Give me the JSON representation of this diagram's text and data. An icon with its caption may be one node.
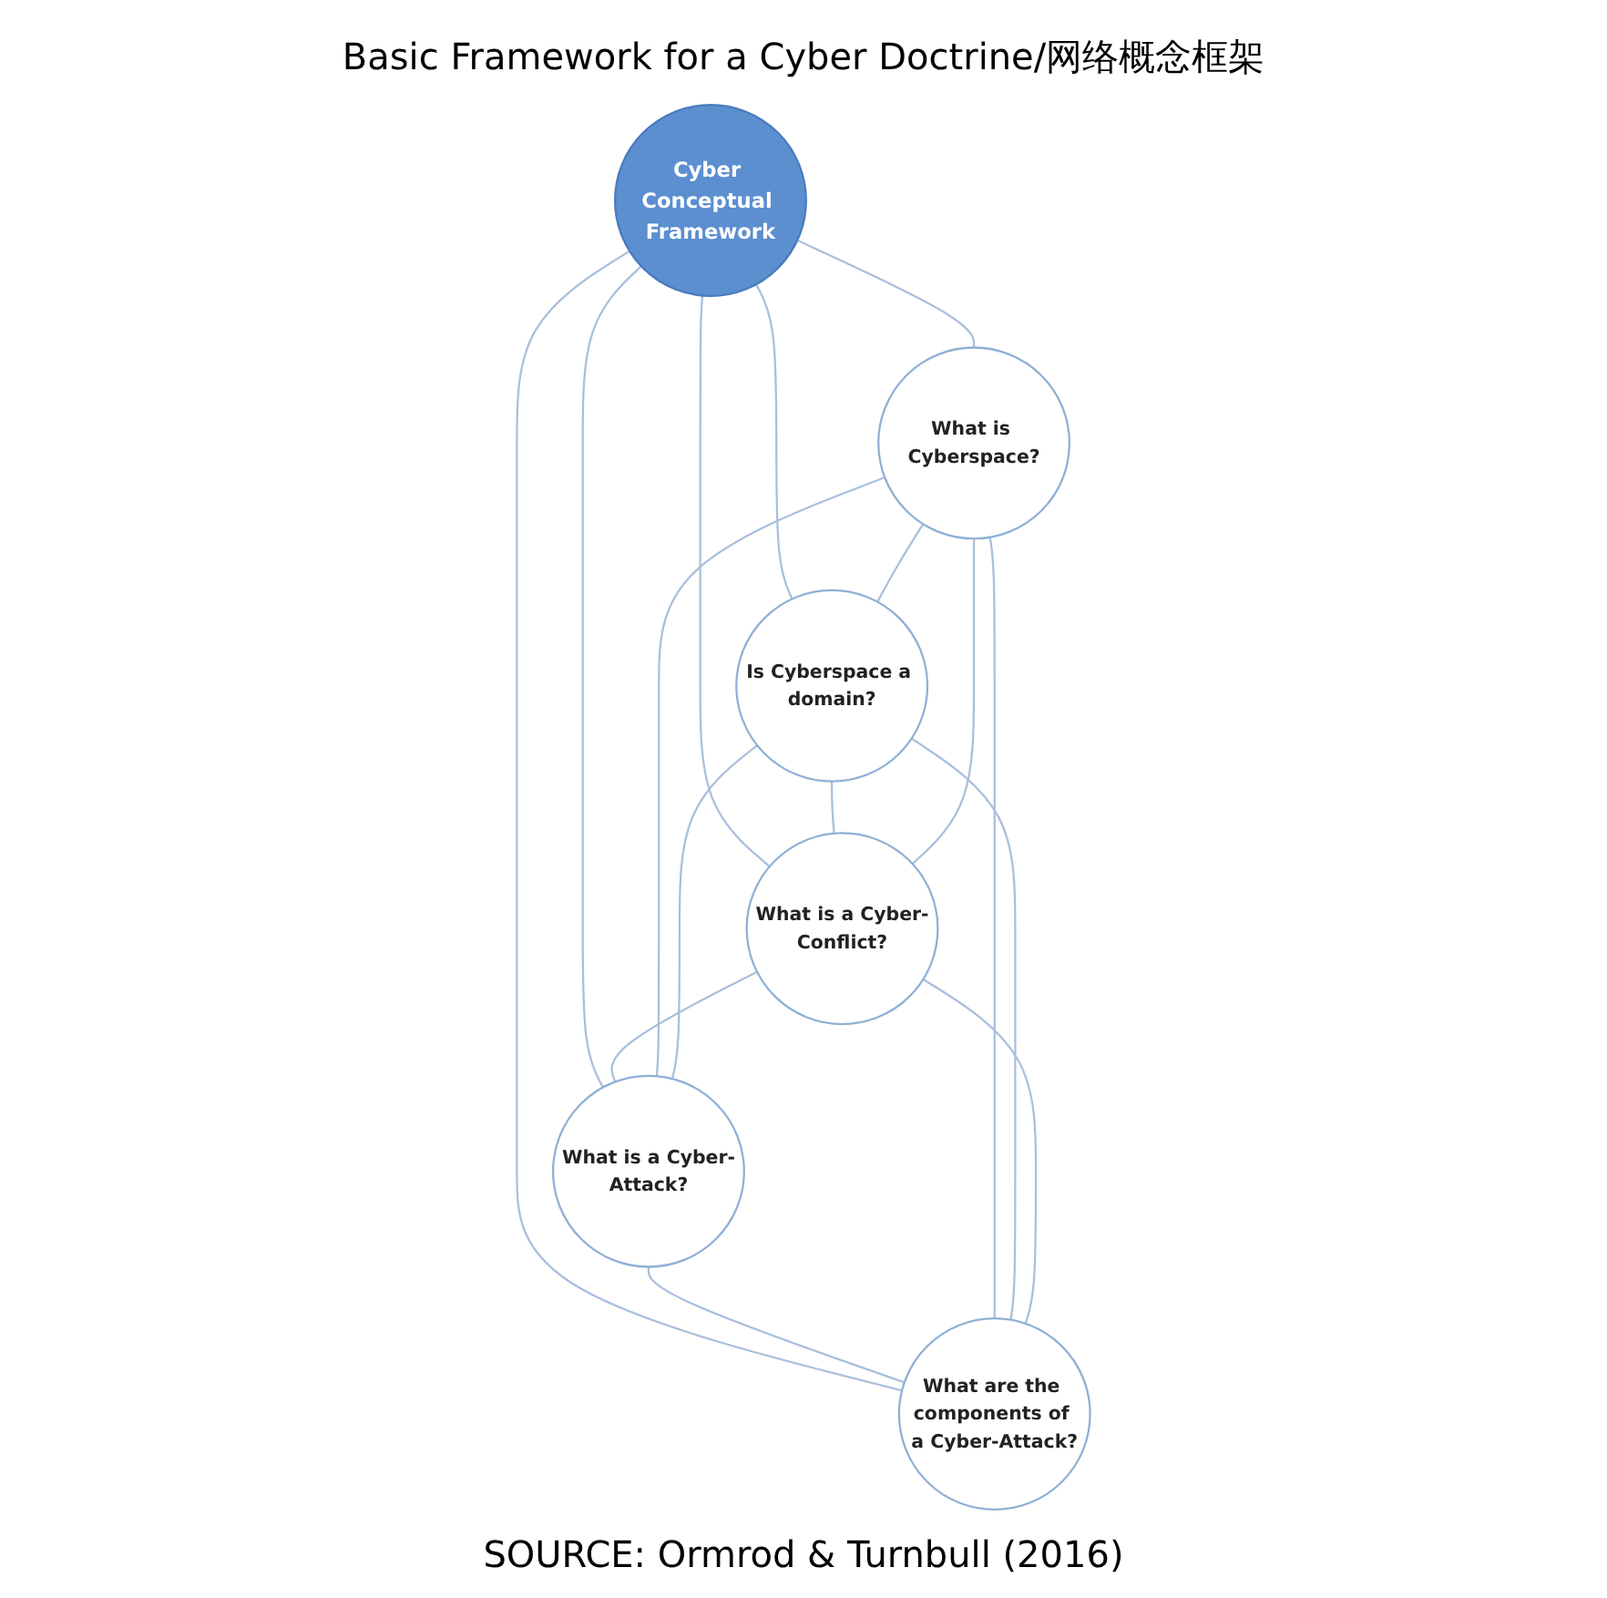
{
  "diagram": {
    "title": "Basic Framework for a Cyber Doctrine/网络概念框架",
    "caption": "SOURCE: Ormrod & Turnbull (2016)",
    "nodes": [
      {
        "text": [
          "What is Cyberspace?"
        ]
      },
      {
        "text": [
          "What are the components of a Cyber-Attack?"
        ]
      },
      {
        "text": [
          "Cyber Conceptual Framework"
        ]
      },
      {
        "text": [
          "Is Cyberspace a domain?"
        ]
      },
      {
        "text": [
          "What is a Cyber-Attack?"
        ]
      },
      {
        "text": [
          "What is a Cyber-Conflict?"
        ]
      }
    ],
    "edges": [
      {
        "from": 2,
        "to": 0,
        "arrow": "none"
      },
      {
        "from": 2,
        "to": 3,
        "arrow": "none"
      },
      {
        "from": 2,
        "to": 5,
        "arrow": "none"
      },
      {
        "from": 2,
        "to": 4,
        "arrow": "none"
      },
      {
        "from": 2,
        "to": 1,
        "arrow": "none"
      },
      {
        "from": 0,
        "to": 3,
        "arrow": "none"
      },
      {
        "from": 3,
        "to": 5,
        "arrow": "none"
      },
      {
        "from": 5,
        "to": 4,
        "arrow": "none"
      },
      {
        "from": 4,
        "to": 1,
        "arrow": "none"
      },
      {
        "from": 1,
        "to": 0,
        "arrow": "none"
      },
      {
        "from": 0,
        "to": 4,
        "arrow": "none"
      },
      {
        "from": 0,
        "to": 5,
        "arrow": "none"
      },
      {
        "from": 1,
        "to": 3,
        "arrow": "none"
      },
      {
        "from": 1,
        "to": 5,
        "arrow": "none"
      },
      {
        "from": 3,
        "to": 4,
        "arrow": "none"
      }
    ]
  }
}
